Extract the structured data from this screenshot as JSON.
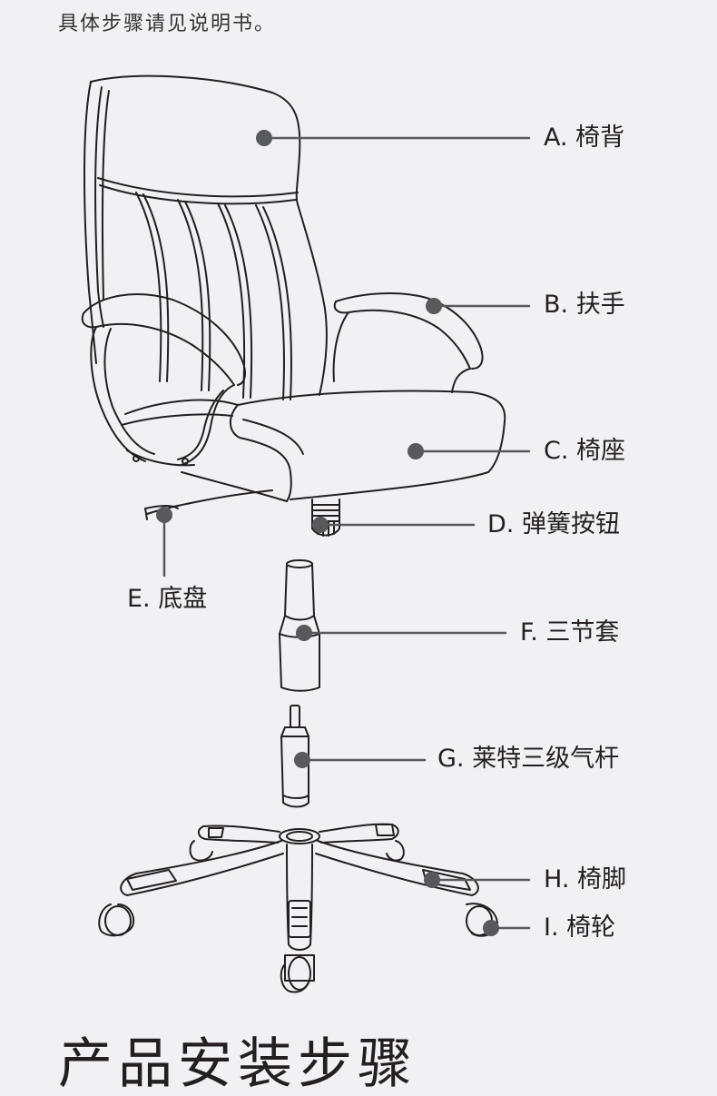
{
  "top_note": "具体步骤请见说明书。",
  "parts": {
    "a": "A. 椅背",
    "b": "B. 扶手",
    "c": "C. 椅座",
    "d": "D. 弹簧按钮",
    "e": "E. 底盘",
    "f": "F. 三节套",
    "g": "G. 莱特三级气杆",
    "h": "H. 椅脚",
    "i": "I. 椅轮"
  },
  "section_title": "产品安装步骤",
  "colors": {
    "background": "#f1f1f3",
    "line": "#231f20",
    "leader": "#58595b"
  }
}
